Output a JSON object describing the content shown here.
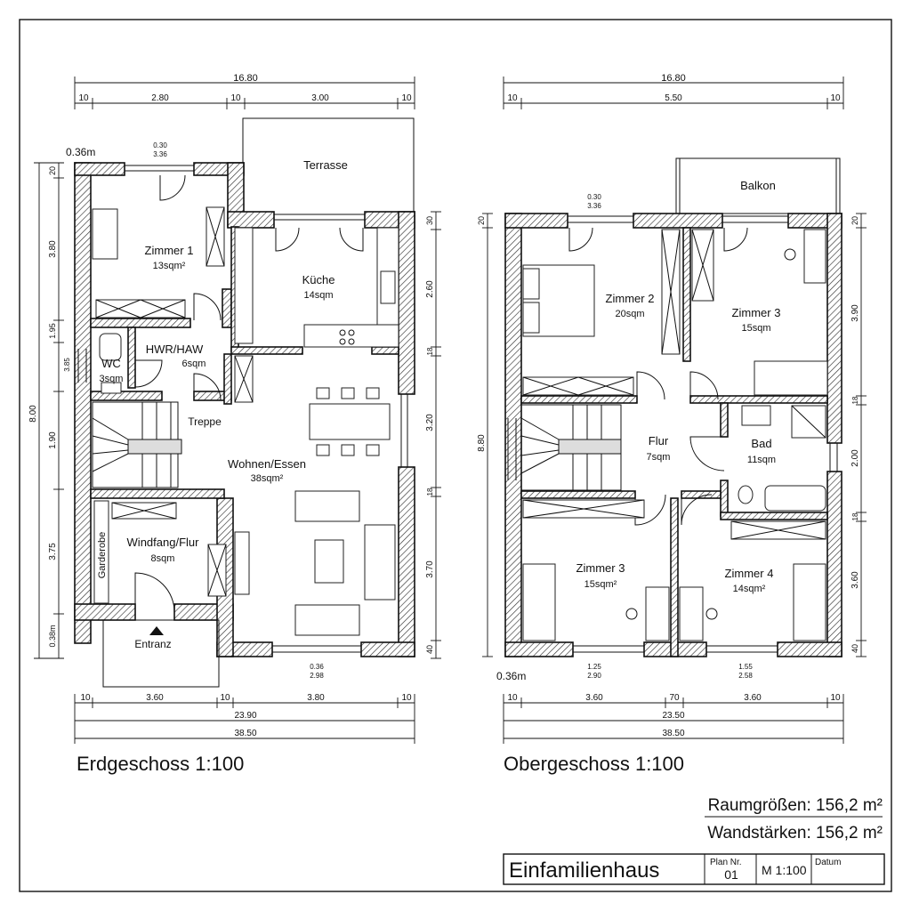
{
  "floor_plans": [
    {
      "title": "Erdgeschoss 1:100",
      "wall_label_top": "0.36m",
      "top_dims": {
        "total": "16.80",
        "segments": [
          "10",
          "2.80",
          "10",
          "3.00",
          "10"
        ]
      },
      "bottom_dims": {
        "segments": [
          "10",
          "3.60",
          "10",
          "3.80",
          "10"
        ],
        "row2": "23.90",
        "row3": "38.50"
      },
      "left_dims": [
        "20",
        "3.80",
        "1.95",
        "3.85",
        "1.90",
        "3.75",
        "0.38m"
      ],
      "left_total": "8.00",
      "right_dims": [
        "30",
        "2.60",
        "18",
        "3.20",
        "18",
        "3.70",
        "40"
      ],
      "window_tags": [
        "0.30",
        "3.36",
        "0.36",
        "2.98"
      ],
      "outdoor": [
        {
          "label": "Terrasse"
        },
        {
          "label": "Entranz"
        }
      ],
      "rooms": [
        {
          "name": "Zimmer 1",
          "area": "13sqm²"
        },
        {
          "name": "Küche",
          "area": "14sqm"
        },
        {
          "name": "WC",
          "area": "3sqm"
        },
        {
          "name": "HWR/HAW",
          "area": "6sqm"
        },
        {
          "name": "Treppe",
          "area": ""
        },
        {
          "name": "Wohnen/Essen",
          "area": "38sqm²"
        },
        {
          "name": "Windfang/Flur",
          "area": "8sqm"
        },
        {
          "name": "Garderobe",
          "area": ""
        }
      ]
    },
    {
      "title": "Obergeschoss 1:100",
      "wall_label_bottom": "0.36m",
      "top_dims": {
        "total": "16.80",
        "segments": [
          "10",
          "5.50",
          "10"
        ]
      },
      "bottom_dims": {
        "segments": [
          "10",
          "3.60",
          "70",
          "3.60",
          "10"
        ],
        "row2": "23.50",
        "row3": "38.50"
      },
      "left_dims": [
        "20"
      ],
      "left_total": "8.80",
      "right_dims": [
        "20",
        "3.90",
        "18",
        "2.00",
        "18",
        "3.60",
        "40"
      ],
      "window_tags": [
        "0.30",
        "3.36",
        "1.25",
        "2.90",
        "1.55",
        "2.58"
      ],
      "outdoor": [
        {
          "label": "Balkon"
        }
      ],
      "rooms": [
        {
          "name": "Zimmer 2",
          "area": "20sqm"
        },
        {
          "name": "Zimmer 3",
          "area": "15sqm"
        },
        {
          "name": "Flur",
          "area": "7sqm"
        },
        {
          "name": "Bad",
          "area": "11sqm"
        },
        {
          "name": "Zimmer 3",
          "area": "15sqm²"
        },
        {
          "name": "Zimmer 4",
          "area": "14sqm²"
        }
      ]
    }
  ],
  "summary": {
    "room_sizes": "Raumgrößen: 156,2 m²",
    "wall_thickness": "Wandstärken: 156,2 m²"
  },
  "title_block": {
    "project": "Einfamilienhaus",
    "plan_nr_label": "Plan Nr.",
    "plan_nr": "01",
    "scale": "M 1:100",
    "date_label": "Datum",
    "date": ""
  }
}
